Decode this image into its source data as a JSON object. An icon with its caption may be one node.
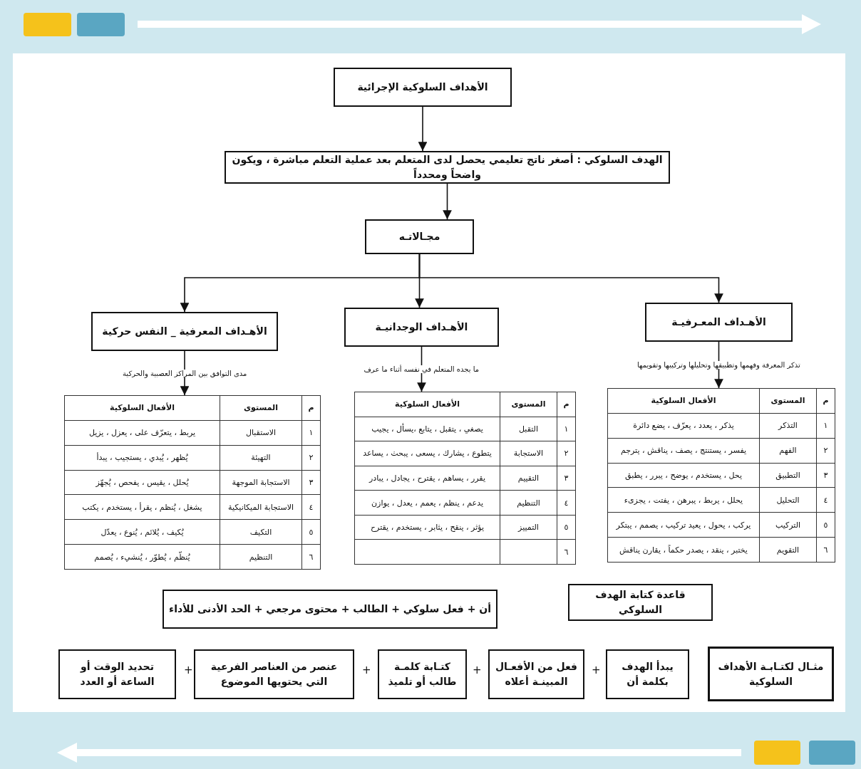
{
  "diagram": {
    "nodes": [
      {
        "text": [
          "الأهداف السلوكية الإجرائية"
        ]
      },
      {
        "text": [
          "الهدف السلوكي : أصغر ناتج تعليمي يحصل لدى المتعلم بعد عملية التعلم مباشرة ، ويكون واضحاً ومحدداً"
        ]
      },
      {
        "text": [
          "مجـالاتـه"
        ]
      },
      {
        "text": [
          "الأهـداف المعـرفيـة"
        ]
      },
      {
        "text": [
          "الأهـداف الوجدانيـة"
        ]
      },
      {
        "text": [
          "الأهـداف المعرفية _ النفس حركية"
        ]
      },
      {
        "text": [
          "م",
          "المستوى",
          "الأفعال السلوكية",
          "١",
          "التذكر",
          "يذكر ، يعدد ، يعرّف ، يضع دائرة",
          "٢",
          "الفهم",
          "يفسر ، يستنتج ، يصف ، يناقش ، يترجم",
          "٣",
          "التطبيق",
          "يحل ، يستخدم ، يوضح ، يبرر ، يطبق",
          "٤",
          "التحليل",
          "يحلل ، يربط ، يبرهن ، يفتت ، يجزىء",
          "٥",
          "التركيب",
          "يركب ، يحول ، يعيد تركيب ، يصمم ، يبتكر",
          "٦",
          "التقويم",
          "يختبر ، ينقد ، يصدر حكماً ، يقارن يناقش"
        ]
      },
      {
        "text": [
          "م",
          "المستوى",
          "الأفعال السلوكية",
          "١",
          "التقبل",
          "يصغي ، يتقبل ، يتابع ،يسأل ، يجيب",
          "٢",
          "الاستجابة",
          "يتطوع ، يشارك ، يسعى ، يبحث ، يساعد",
          "٣",
          "التقييم",
          "يقرر ، يساهم ، يقترح ، يجادل ، يبادر",
          "٤",
          "التنظيم",
          "يدعم ، ينظم ، يعمم ، يعدل ، يوازن",
          "٥",
          "التمييز",
          "يؤثر ، ينقح ، يثابر ، يستخدم ، يقترح",
          "٦"
        ]
      },
      {
        "text": [
          "م",
          "المستوى",
          "الأفعال السلوكية",
          "١",
          "الاستقبال",
          "يربط ، يتعرّف على ، يعزل ، يزيل",
          "٢",
          "التهيئة",
          "يُظهر ، يُبدي ، يستجيب ، يبدأ",
          "٣",
          "الاستجابة الموجهة",
          "يُحلل ، يقيس ، يفحص ، يُجهّز",
          "٤",
          "الاستجابة الميكانيكية",
          "يشغل ، يُنظم ، يقرأ ، يستخدم ، يكتب",
          "٥",
          "التكيف",
          "يُكيف ، يُلائم ، يُنوع ، يعدّل",
          "٦",
          "التنظيم",
          "يُنظّم ، يُطوّر ، يُنشيء ، يُصمم"
        ]
      },
      {
        "text": [
          "قاعدة كتابة الهدف السلوكي"
        ]
      },
      {
        "text": [
          "أن + فعل سلوكي + الطالب + محتوى مرجعي + الحد الأدنى للأداء"
        ]
      },
      {
        "text": [
          "مثـال لكتـابـة الأهداف السلوكية"
        ]
      },
      {
        "text": [
          "يبدأ الهدف بكلمة أن"
        ]
      },
      {
        "text": [
          "فعل من الأفعـال المبينـة أعلاه"
        ]
      },
      {
        "text": [
          "كتـابة كلمـة طالب أو تلميذ"
        ]
      },
      {
        "text": [
          "عنصر من العناصر الفرعية التي يحتويها الموضوع"
        ]
      },
      {
        "text": [
          "تحديد الوقت أو الساعة أو العدد"
        ]
      }
    ],
    "edges": [
      {
        "from": 0,
        "to": 1,
        "arrow": "to"
      },
      {
        "from": 1,
        "to": 2,
        "arrow": "to"
      },
      {
        "from": 2,
        "to": 3,
        "arrow": "to"
      },
      {
        "from": 2,
        "to": 4,
        "arrow": "to"
      },
      {
        "from": 2,
        "to": 5,
        "arrow": "to"
      },
      {
        "from": 3,
        "to": 6,
        "arrow": "to",
        "label": "تذكر المعرفة وفهمها وتطبيقها وتحليلها وتركيبها وتقويمها"
      },
      {
        "from": 4,
        "to": 7,
        "arrow": "to",
        "label": "ما يجده المتعلم في نفسه أثناء ما عرف"
      },
      {
        "from": 5,
        "to": 8,
        "arrow": "to",
        "label": "مدى التوافق بين المراكز العصبية والحركية"
      }
    ],
    "labels": [
      "+",
      "+",
      "+",
      "+"
    ]
  }
}
